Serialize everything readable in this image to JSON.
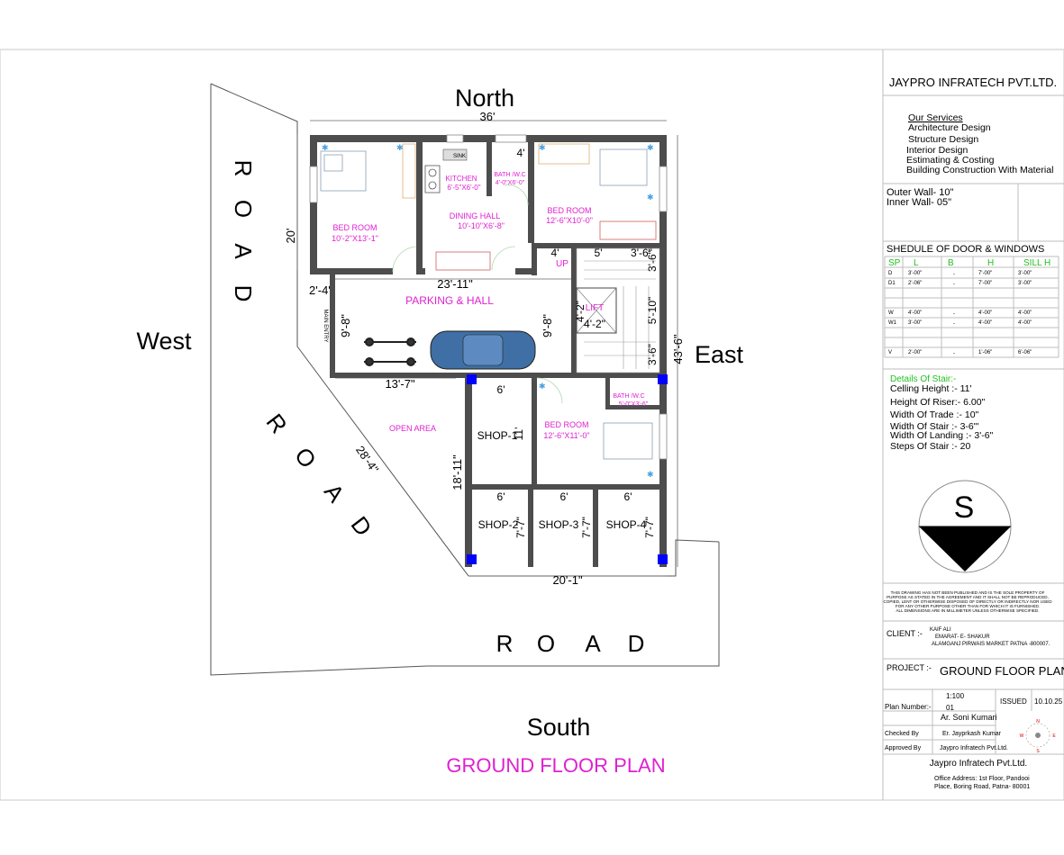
{
  "directions": {
    "north": "North",
    "south": "South",
    "east": "East",
    "west": "West"
  },
  "roads": {
    "west_road": "ROAD",
    "diagonal_road": "ROAD",
    "south_road": "ROAD"
  },
  "dimensions": {
    "top_width": "36'",
    "left_depth": "20'",
    "right_depth": "43'-6\"",
    "bottom_width": "20'-1\"",
    "diagonal": "28'-4\"",
    "hall_width": "23'-11\"",
    "entry_gap": "2'-4\"",
    "parking_depth_left": "9'-8\"",
    "parking_depth_right": "9'-8\"",
    "parking_bottom": "13'-7\"",
    "shop_depth": "18'-11\"",
    "stair_top_a": "4'",
    "stair_top_b": "5'",
    "stair_top_c": "3'-6\"",
    "stair_right_a": "3'-6\"",
    "stair_right_b": "5'-10\"",
    "stair_right_c": "3'-6\"",
    "lift_w": "4'-2\"",
    "lift_h": "4'-2\"",
    "bath_top": "4'",
    "shop1_w": "6'",
    "shop1_d": "11'",
    "shop2_w": "6'",
    "shop3_w": "6'",
    "shop4_w": "6'",
    "shop2_d": "7'-7\"",
    "shop3_d": "7'-7\"",
    "shop4_d": "7'-7\""
  },
  "rooms": {
    "bed1": {
      "name": "BED ROOM",
      "size": "10'-2\"X13'-1\""
    },
    "kitchen": {
      "name": "KITCHEN",
      "size": "6'-5\"X6'-0\"",
      "sink": "SINK"
    },
    "bath1": {
      "name": "BATH /W.C",
      "size": "4'-0\"X6'-0\""
    },
    "dining": {
      "name": "DINING  HALL",
      "size": "10'-10\"X6'-8\""
    },
    "bed2": {
      "name": "BED ROOM",
      "size": "12'-6\"X10'-0\""
    },
    "parking": {
      "name": "PARKING & HALL"
    },
    "main_entry": "MAIN ENTRY",
    "up": "UP",
    "lift": "LIFT",
    "bath2": {
      "name": "BATH /W.C",
      "size": "5'-0\"X3'-6\""
    },
    "bed3": {
      "name": "BED ROOM",
      "size": "12'-6\"X11'-0\""
    },
    "open_area": "OPEN AREA",
    "shop1": "SHOP-1",
    "shop2": "SHOP-2",
    "shop3": "SHOP-3",
    "shop4": "SHOP-4"
  },
  "drawing_title": "GROUND FLOOR PLAN",
  "title_block": {
    "company": "JAYPRO INFRATECH PVT.LTD.",
    "services": [
      "Our Services",
      "Architecture Design",
      "Structure Design",
      "Interior Design",
      "Estimating & Costing",
      "Building Construction With Material"
    ],
    "outer_wall": "Outer Wall- 10\"",
    "inner_wall": "Inner Wall- 05\"",
    "schedule_title": "SHEDULE OF DOOR & WINDOWS",
    "schedule_headers": [
      "SP",
      "L",
      "B",
      "H",
      "SILL H"
    ],
    "schedule_rows": [
      [
        "D",
        "3'-00\"",
        "-",
        "7'-00\"",
        "3'-00\""
      ],
      [
        "D1",
        "2'-06\"",
        "-",
        "7'-00\"",
        "3'-00\""
      ],
      [
        "W",
        "4'-00\"",
        "-",
        "4'-00\"",
        "4'-00\""
      ],
      [
        "W1",
        "3'-00\"",
        "-",
        "4'-00\"",
        "4'-00\""
      ],
      [
        "V",
        "2'-00\"",
        "-",
        "1'-06\"",
        "6'-06\""
      ]
    ],
    "stair_title": "Details Of Stair:-",
    "stair_details": [
      "Celling Height :- 11'",
      "Height Of Riser:- 6.00\"",
      "Width Of Trade :- 10\"",
      "Width Of Stair :- 3-6\"'",
      "Width Of Landing :- 3'-6\"",
      "Steps Of Stair :- 20"
    ],
    "compass_letter": "S",
    "disclaimer": [
      "THIS DRAWING HAS NOT BEEN PUBLISHED AND IS THE SOLE PROPERTY OF",
      "PURPOSE AS STATED IN THE AGREEMENT AND IT SHALL NOT BE REPRODUCED,",
      "COPIED, LENT OR OTHERWISE DISPOSED OF DIRECTLY OR INDIRECTLY  NOR USED",
      "FOR ANY OTHER PURPOSE OTHER THAN FOR WHICH IT IS FURNISHED.",
      "ALL DIMENSIONS ARE IN MILLIMETER UNLESS OTHERWISE SPECIFIED."
    ],
    "client_label": "CLIENT :-",
    "client_lines": [
      "KAIF ALI",
      "EMARAT- E- SHAKUR",
      "ALAMGANJ  PIRWAIS MARKET PATNA -800007."
    ],
    "project_label": "PROJECT :-",
    "project_value": "GROUND FLOOR PLAN",
    "scale": "1:100",
    "issued_label": "ISSUED",
    "issued_value": "10.10.25",
    "plan_number_label": "Plan Number:-",
    "plan_number": "01",
    "architect": "Ar. Soni Kumari",
    "checked_label": "Checked By",
    "checked_value": "Er. Jayprkash Kumar",
    "approved_label": "Approved By",
    "approved_value": "Jaypro Infratech Pvt.Ltd.",
    "footer_company": "Jaypro Infratech Pvt.Ltd.",
    "office_lines": [
      "Office Address: 1st Floor, Pandooi",
      "Place, Boring Road, Patna- 80001"
    ],
    "mini_compass": {
      "n": "N",
      "s": "S",
      "e": "E",
      "w": "W"
    }
  },
  "colors": {
    "wall": "#4d4d4d",
    "pink_label": "#e020d0",
    "column": "#0000ff",
    "green_text": "#22c022",
    "car": "#3f6fa4"
  }
}
